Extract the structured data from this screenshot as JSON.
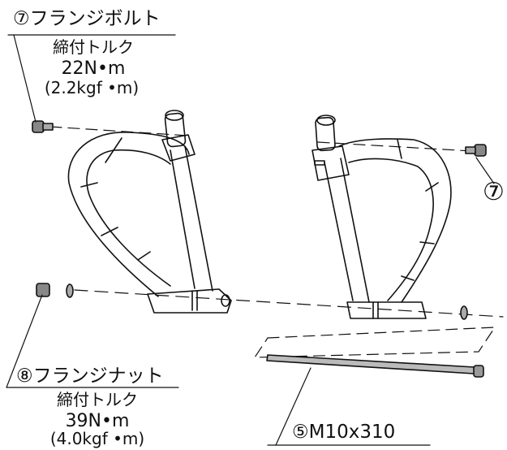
{
  "callout_7": {
    "part": "⑦フランジボルト",
    "torque_label": "締付トルク",
    "torque_nm": "22N•m",
    "torque_kgf": "(2.2kgf •m)"
  },
  "callout_8": {
    "part": "⑧フランジナット",
    "torque_label": "締付トルク",
    "torque_nm": "39N•m",
    "torque_kgf": "(4.0kgf •m)"
  },
  "callout_5": {
    "part": "⑤M10x310"
  },
  "callout_7_marker": "⑦"
}
